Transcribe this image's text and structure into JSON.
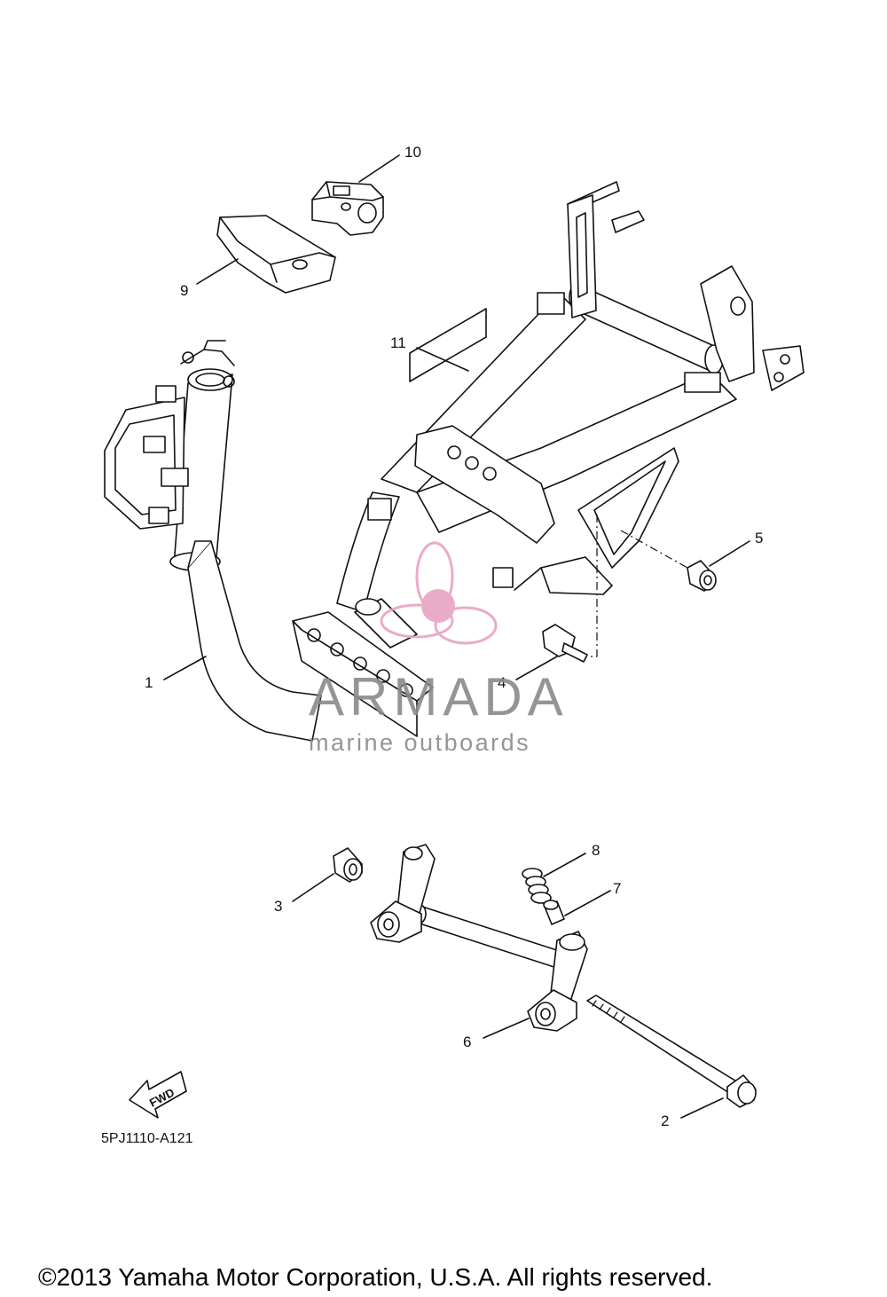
{
  "callouts": [
    "1",
    "2",
    "3",
    "4",
    "5",
    "6",
    "7",
    "8",
    "9",
    "10",
    "11"
  ],
  "fwd_label": "FWD",
  "diagram_code": "5PJ1110-A121",
  "watermark": {
    "brand": "ARMADA",
    "tagline": "marine outboards",
    "accent_color": "#e8a2c4"
  },
  "copyright": "©2013 Yamaha Motor Corporation, U.S.A. All rights reserved."
}
